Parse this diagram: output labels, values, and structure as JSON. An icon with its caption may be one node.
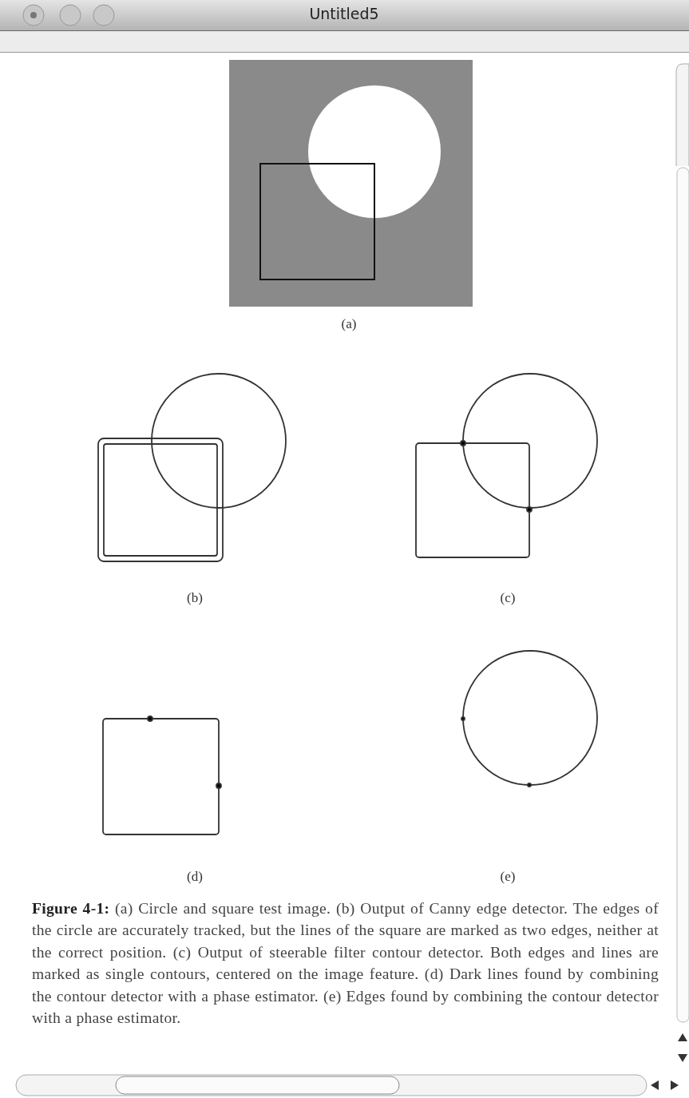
{
  "diagram": {
    "caption": "**Figure 4-1:** (a) Circle and square test image. (b) Output of Canny edge detector. The edges of the circle are accurately tracked, but the lines of the square are marked as two edges, neither at the correct position. (c) Output of steerable filter contour detector. Both edges and lines are marked as single contours, centered on the image feature. (d) Dark lines found by combining the contour detector with a phase estimator. (e) Edges found by combining the contour detector with a phase estimator.",
    "labels": [
      "Untitled5",
      "(a)",
      "(b)",
      "(c)",
      "(d)",
      "(e)"
    ]
  }
}
